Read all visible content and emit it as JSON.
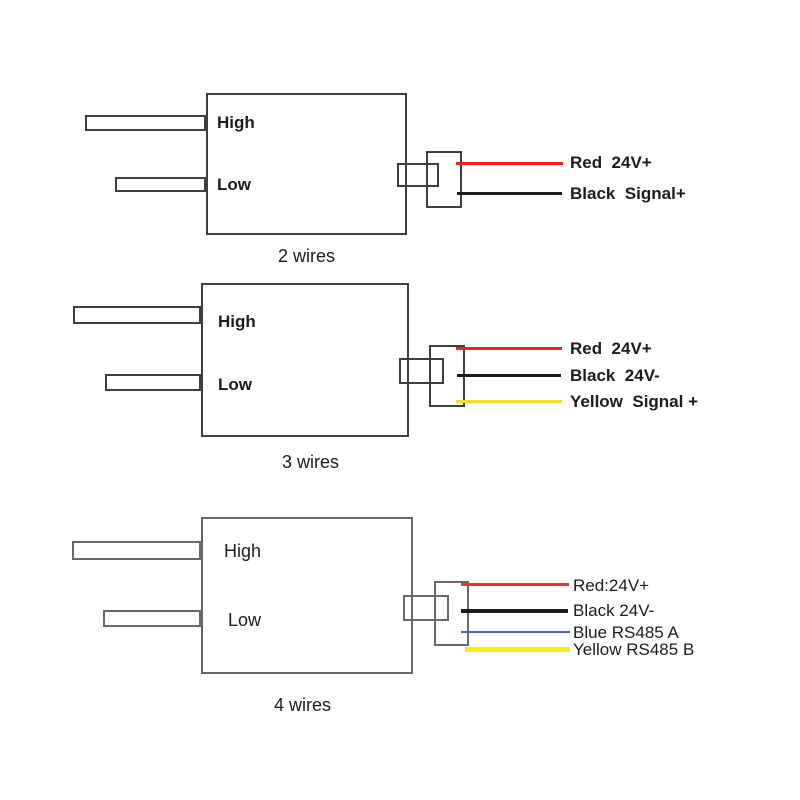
{
  "page": {
    "background_color": "#ffffff",
    "stroke_dark": "#3e3e3e",
    "stroke_light": "#686868",
    "text_color": "#1c1c1c"
  },
  "sections": [
    {
      "caption": "2 wires",
      "device": {
        "high_label": "High",
        "low_label": "Low"
      },
      "wires": [
        {
          "color_name": "red",
          "label": "Red  24V+",
          "color": "#ee2222"
        },
        {
          "color_name": "black",
          "label": "Black  Signal+",
          "color": "#1c1c1c"
        }
      ]
    },
    {
      "caption": "3 wires",
      "device": {
        "high_label": "High",
        "low_label": "Low"
      },
      "wires": [
        {
          "color_name": "red",
          "label": "Red  24V+",
          "color": "#ee2222"
        },
        {
          "color_name": "black",
          "label": "Black  24V-",
          "color": "#1c1c1c"
        },
        {
          "color_name": "yellow",
          "label": "Yellow  Signal +",
          "color": "#f2de26"
        }
      ]
    },
    {
      "caption": "4 wires",
      "device": {
        "high_label": "High",
        "low_label": "Low"
      },
      "wires": [
        {
          "color_name": "red",
          "label": "Red:24V+",
          "color": "#f03030"
        },
        {
          "color_name": "black",
          "label": "Black 24V-",
          "color": "#1c1c1c"
        },
        {
          "color_name": "blue",
          "label": "Blue RS485 A",
          "color": "#4466cc"
        },
        {
          "color_name": "yellow",
          "label": "Yellow RS485 B",
          "color": "#f6ee13"
        }
      ]
    }
  ]
}
